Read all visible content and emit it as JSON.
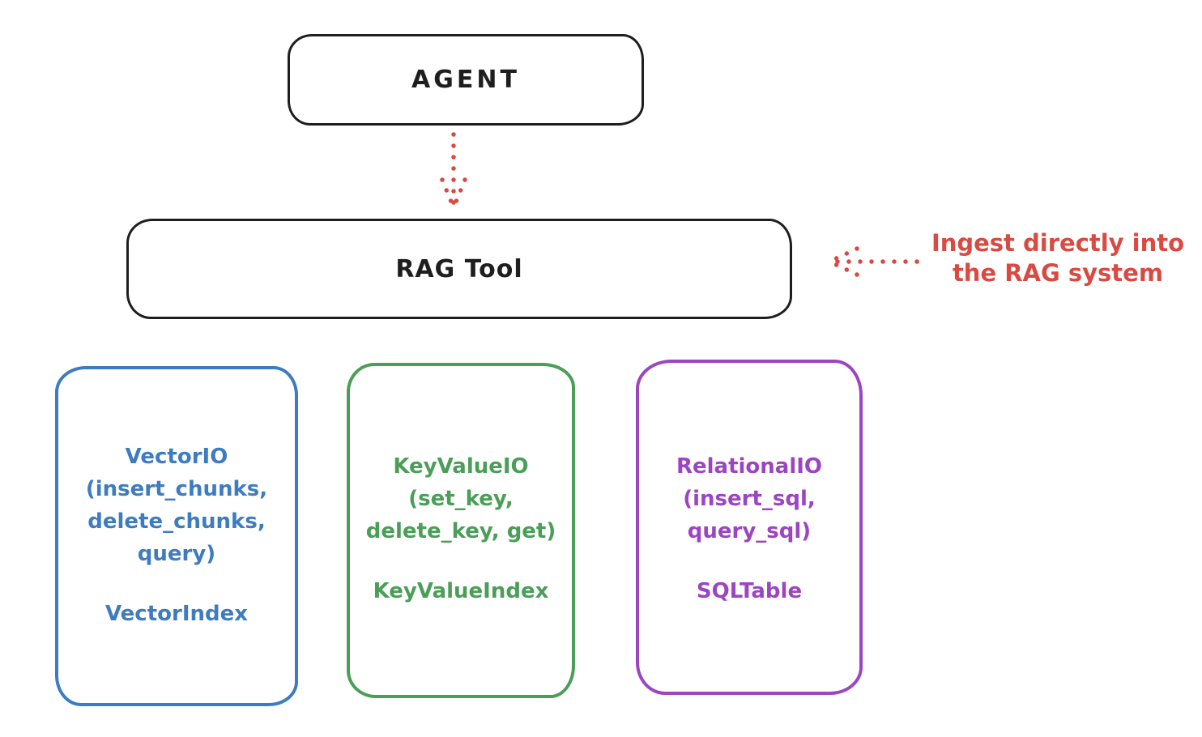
{
  "canvas": {
    "background_color": "#ffffff",
    "ink_color": "#1e1e1e"
  },
  "agent_box": {
    "label": "AGENT"
  },
  "rag_tool_box": {
    "label": "RAG Tool"
  },
  "flow_arrow": {
    "style": "dotted",
    "direction": "down",
    "color": "#d84a42"
  },
  "annotation": {
    "text_line1": "Ingest directly into",
    "text_line2": "the RAG system",
    "arrow_direction": "left",
    "arrow_style": "dotted",
    "color": "#d84a42"
  },
  "storage_boxes": [
    {
      "id": "vector-io",
      "color": "#3d7cc0",
      "lines": [
        "VectorIO",
        "(insert_chunks,",
        "delete_chunks,",
        "query)"
      ],
      "index_label": "VectorIndex"
    },
    {
      "id": "keyvalue-io",
      "color": "#4a9e57",
      "lines": [
        "KeyValueIO",
        "(set_key,",
        "delete_key, get)"
      ],
      "index_label": "KeyValueIndex"
    },
    {
      "id": "relational-io",
      "color": "#9b45c0",
      "lines": [
        "RelationalIO",
        "(insert_sql,",
        "query_sql)"
      ],
      "index_label": "SQLTable"
    }
  ]
}
